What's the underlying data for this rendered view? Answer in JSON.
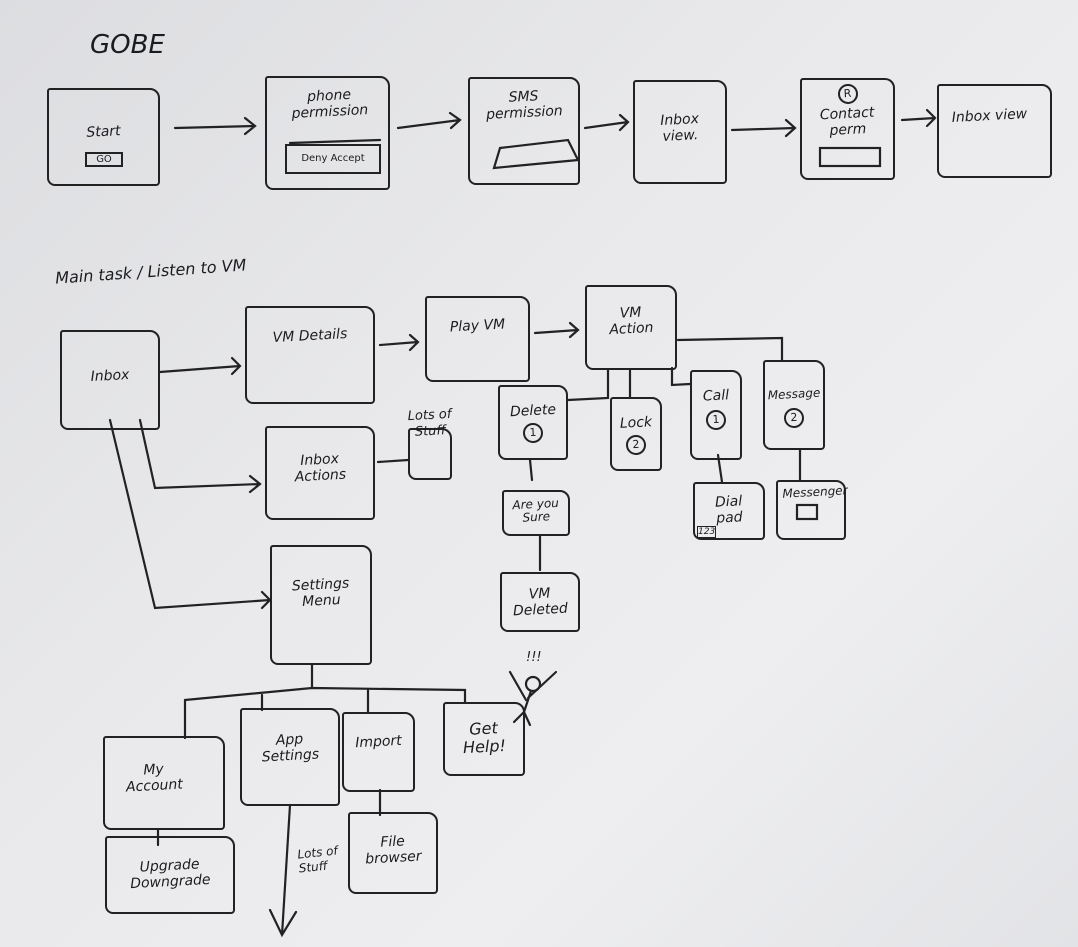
{
  "onboarding": {
    "title": "GOBE",
    "screens": [
      {
        "label": "Start",
        "button": "GO"
      },
      {
        "label": "phone permission",
        "button": "Deny Accept"
      },
      {
        "label": "SMS permission"
      },
      {
        "label": "Inbox view."
      },
      {
        "label": "Contact perm",
        "badge": "R"
      },
      {
        "label": "Inbox view"
      }
    ]
  },
  "main_task": {
    "title": "Main task / Listen to VM",
    "inbox": "Inbox",
    "vm_details": "VM Details",
    "play_vm": "Play VM",
    "vm_action": "VM Action",
    "inbox_actions": "Inbox Actions",
    "lots_of_stuff": "Lots of Stuff",
    "delete": {
      "label": "Delete",
      "badge": "1"
    },
    "lock": {
      "label": "Lock",
      "badge": "2"
    },
    "call": {
      "label": "Call",
      "badge": "1"
    },
    "message": {
      "label": "Message",
      "badge": "2"
    },
    "are_you_sure": "Are you Sure",
    "vm_deleted": "VM Deleted",
    "dial_pad": "Dial pad",
    "dial_pad_digits": "123",
    "messenger": "Messenger",
    "settings_menu": "Settings Menu",
    "my_account": "My Account",
    "upgrade": "Upgrade Downgrade",
    "app_settings": "App Settings",
    "app_settings_note": "Lots of Stuff",
    "import": "Import",
    "file_browser": "File browser",
    "get_help": "Get Help!",
    "stick_figure_shout": "!!!"
  }
}
